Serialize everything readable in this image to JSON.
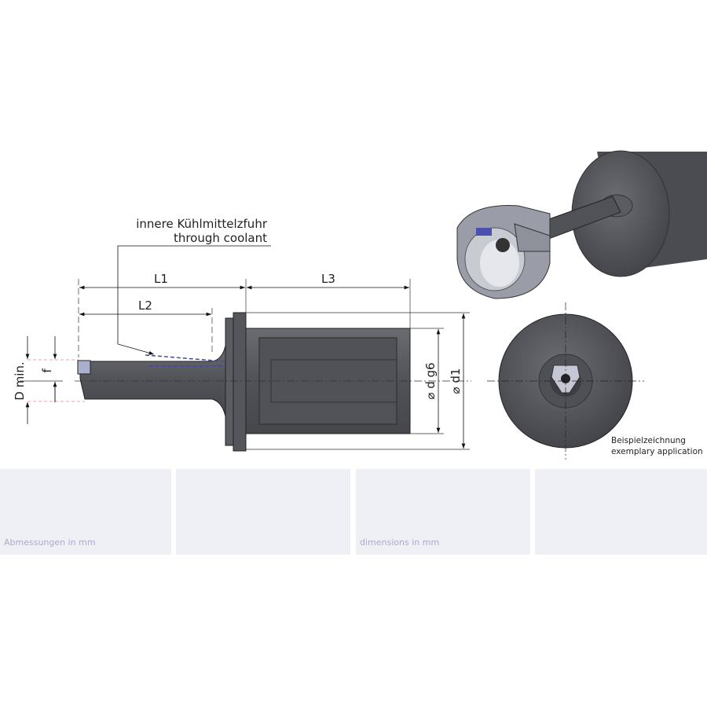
{
  "annotation": {
    "line1": "innere Kühlmittelzfuhr",
    "line2": "through coolant"
  },
  "dimensions": {
    "L1": "L1",
    "L2": "L2",
    "L3": "L3",
    "d_g6": "⌀ d g6",
    "d1": "⌀ d1",
    "D_min": "D min.",
    "f": "f"
  },
  "example_caption": {
    "line1": "Beispielzeichnung",
    "line2": "exemplary application"
  },
  "panels": [
    {
      "text": "Abmessungen in mm"
    },
    {
      "text": ""
    },
    {
      "text": "dimensions in mm"
    },
    {
      "text": ""
    }
  ],
  "colors": {
    "body": "#55575c",
    "coolant": "#3a4fa0",
    "panel": "#eff0f5",
    "panel_text": "#a9aacb"
  }
}
